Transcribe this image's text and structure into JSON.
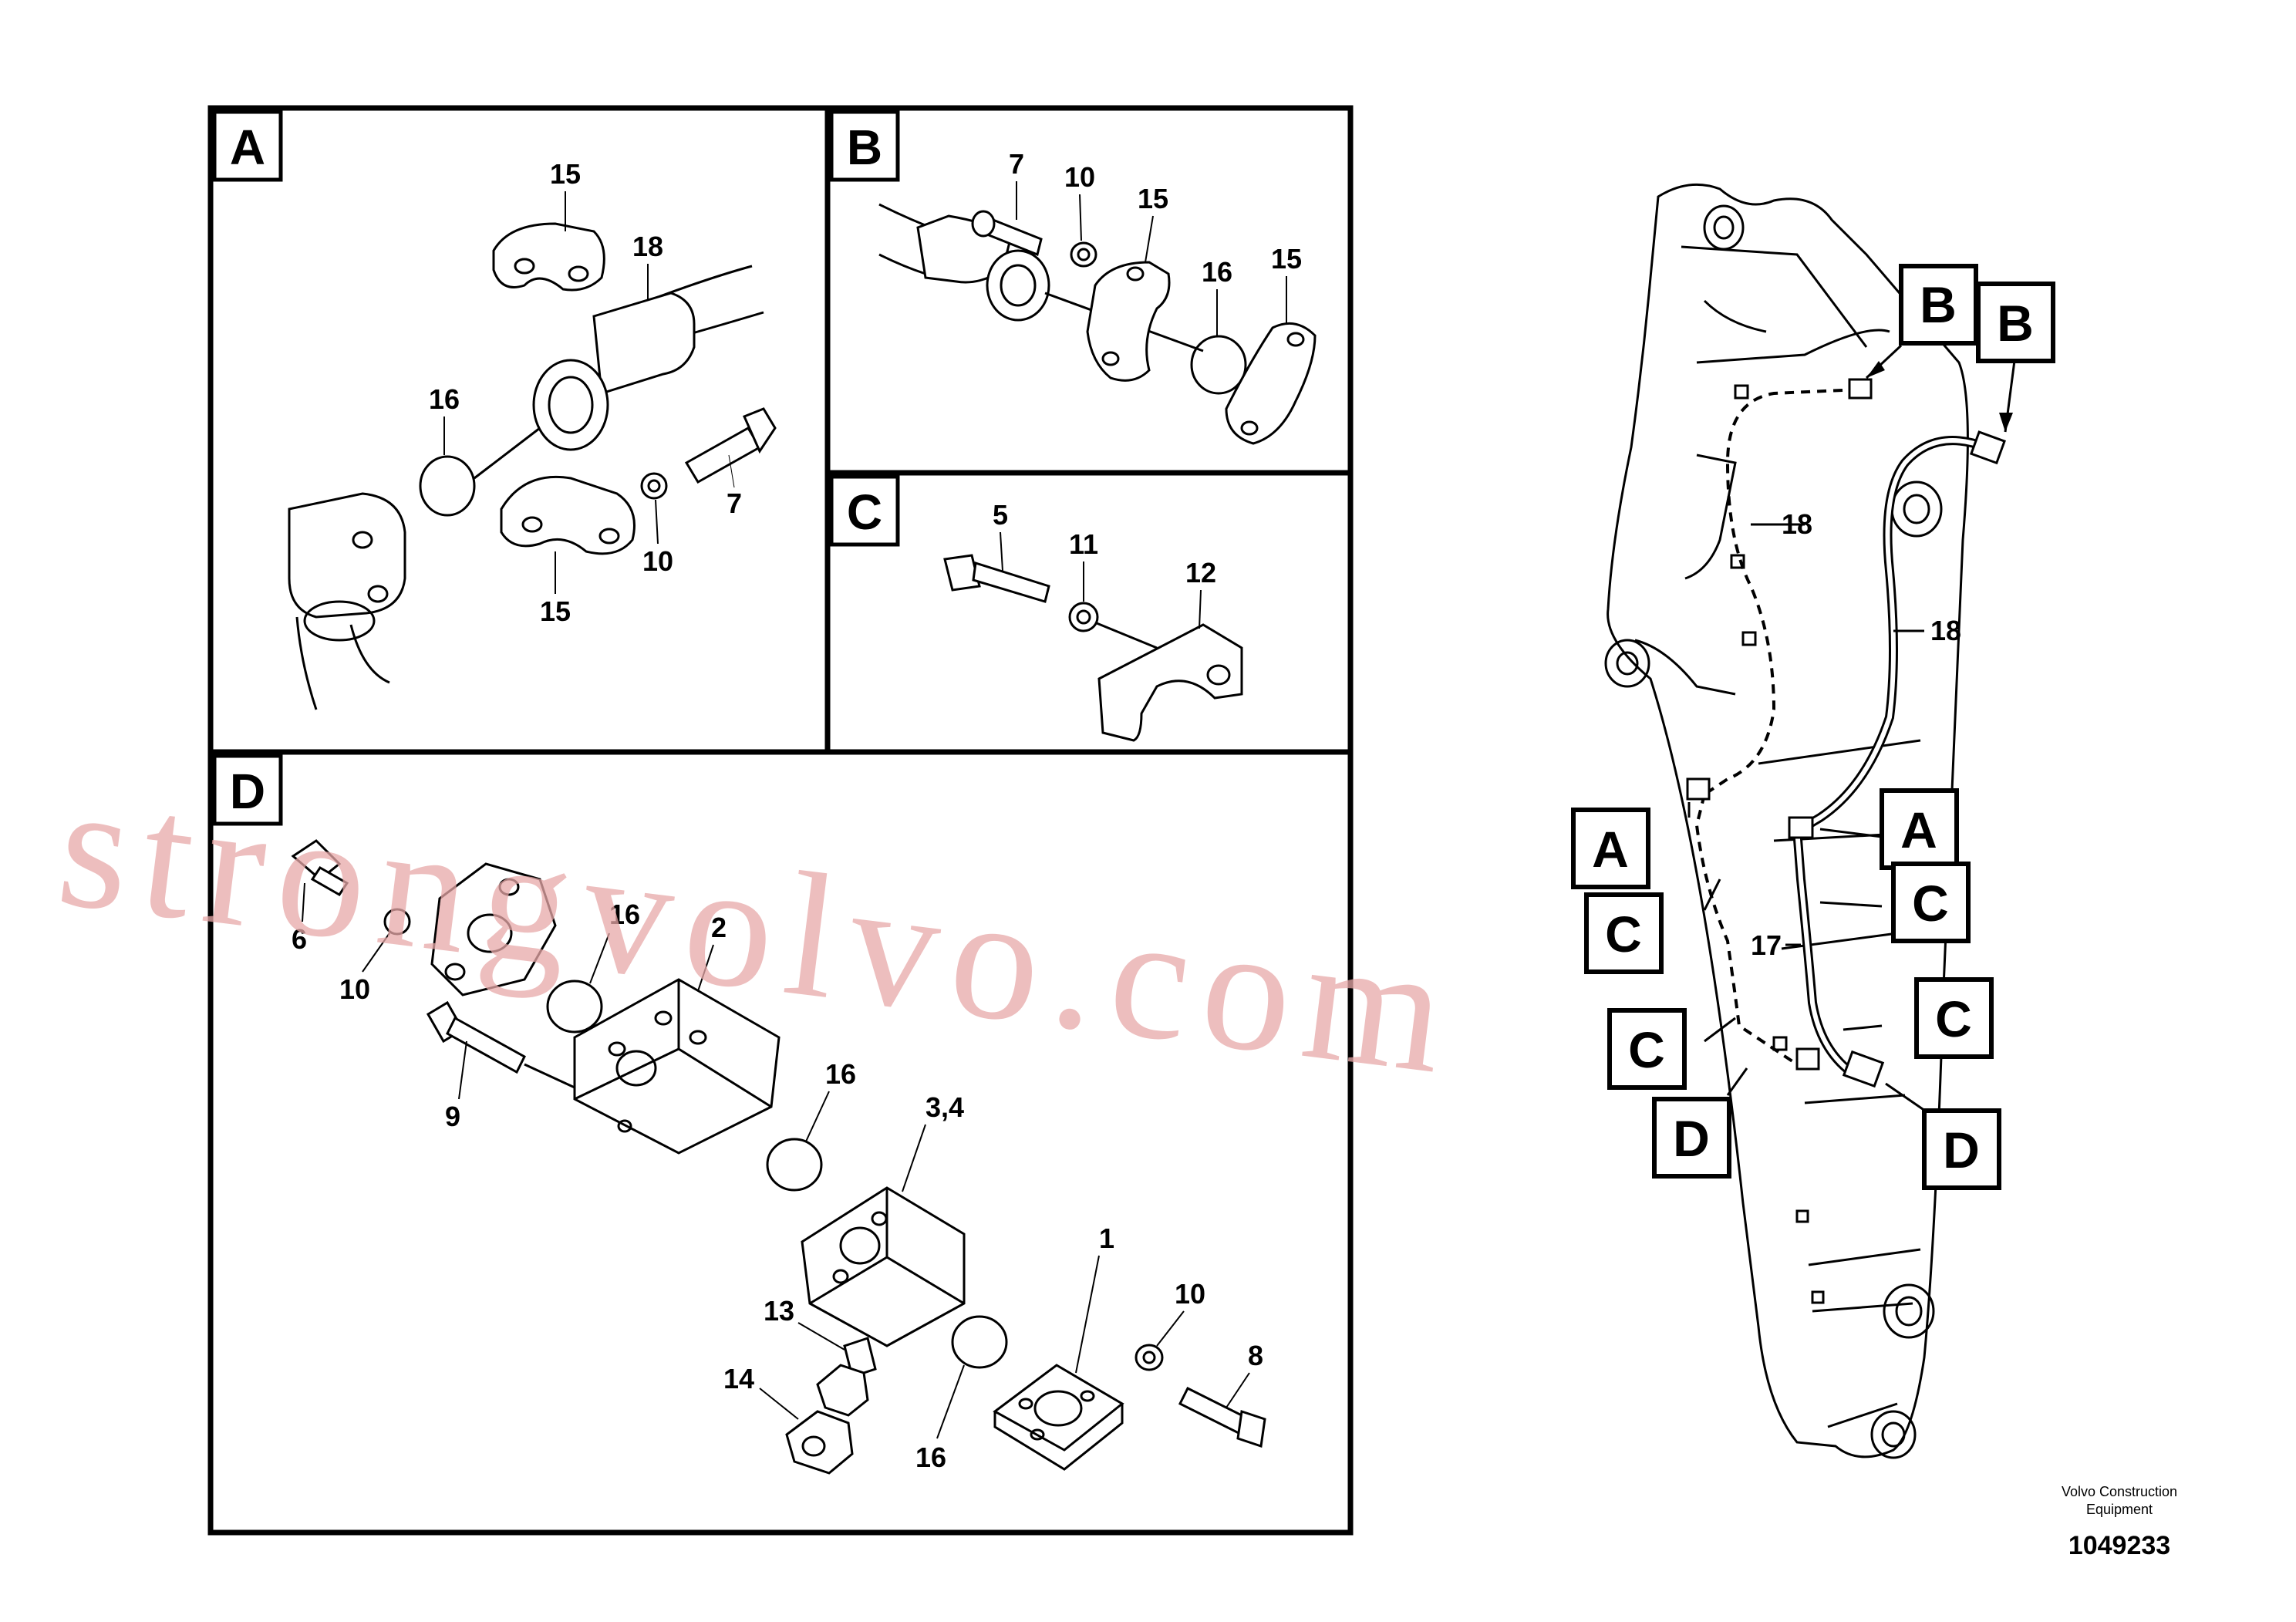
{
  "panels": {
    "A": {
      "letter": "A",
      "labels": {
        "l15a": "15",
        "l18": "18",
        "l16": "16",
        "l7": "7",
        "l10": "10",
        "l15b": "15"
      }
    },
    "B": {
      "letter": "B",
      "labels": {
        "l7": "7",
        "l10": "10",
        "l15a": "15",
        "l16": "16",
        "l15b": "15"
      }
    },
    "C": {
      "letter": "C",
      "labels": {
        "l5": "5",
        "l11": "11",
        "l12": "12"
      }
    },
    "D": {
      "letter": "D",
      "labels": {
        "l6": "6",
        "l10a": "10",
        "l16a": "16",
        "l2": "2",
        "l9": "9",
        "l16b": "16",
        "l34": "3,4",
        "l1": "1",
        "l13": "13",
        "l10b": "10",
        "l8": "8",
        "l14": "14",
        "l16c": "16"
      }
    }
  },
  "overview": {
    "callouts": {
      "B1": "B",
      "B2": "B",
      "A1": "A",
      "A2": "A",
      "C1": "C",
      "C2": "C",
      "C3": "C",
      "C4": "C",
      "D1": "D",
      "D2": "D"
    },
    "labels": {
      "l18a": "18",
      "l18b": "18",
      "l17": "17"
    }
  },
  "footer": {
    "manufacturer_line1": "Volvo Construction",
    "manufacturer_line2": "Equipment",
    "doc_number": "1049233"
  },
  "watermark": "strongvolvo.com"
}
